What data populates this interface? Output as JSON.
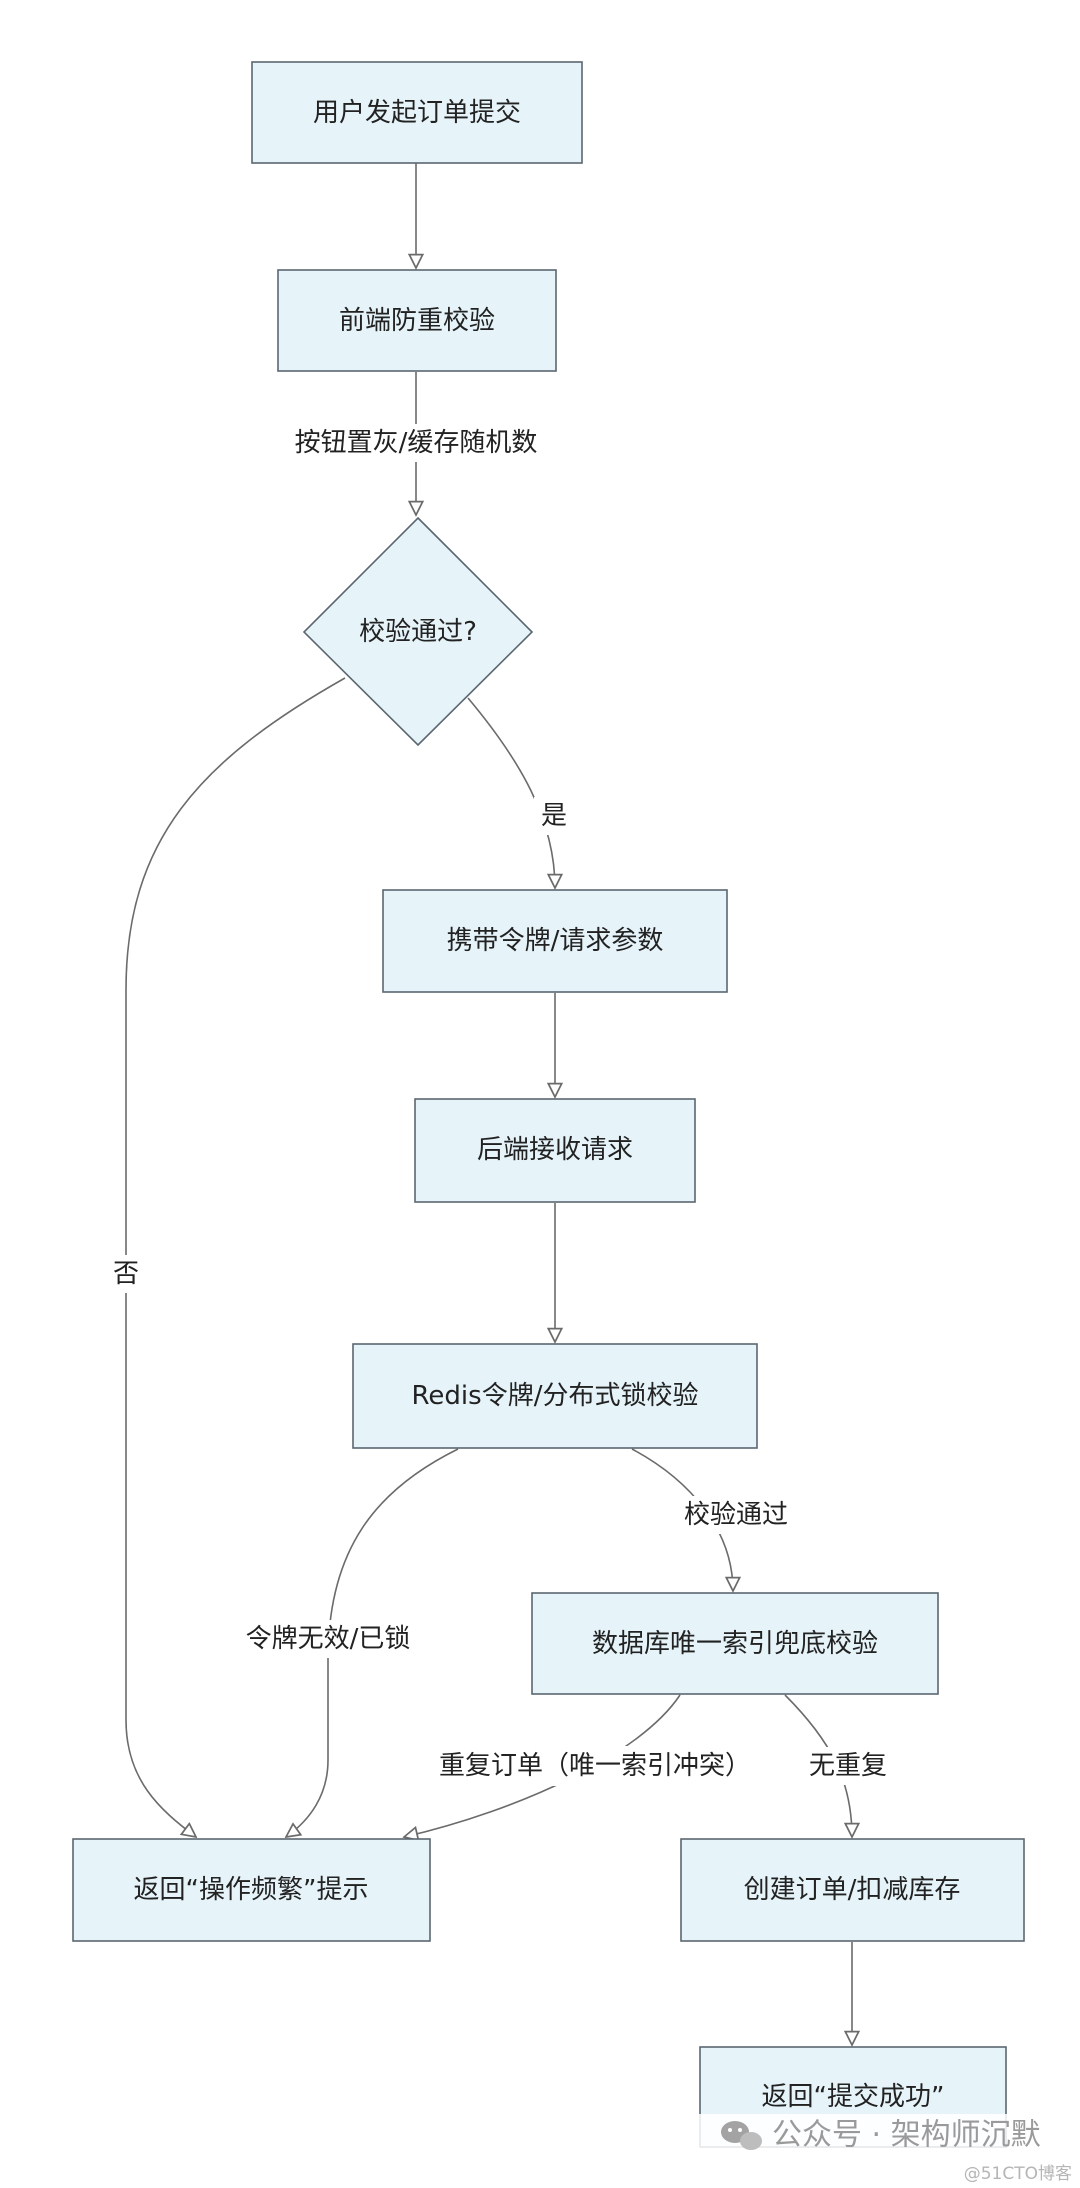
{
  "colors": {
    "box_fill": "#e6f4fa",
    "box_stroke": "#5b6770",
    "edge": "#6b6b6b",
    "label_bg": "#ffffff",
    "watermark": "#9a9a9a"
  },
  "nodes": {
    "n1": "用户发起订单提交",
    "n2": "前端防重校验",
    "n3": "校验通过?",
    "n4": "携带令牌/请求参数",
    "n5": "后端接收请求",
    "n6": "Redis令牌/分布式锁校验",
    "n7": "数据库唯一索引兜底校验",
    "n8": "返回“操作频繁”提示",
    "n9": "创建订单/扣减库存",
    "n10": "返回“提交成功”"
  },
  "edge_labels": {
    "e2": "按钮置灰/缓存随机数",
    "yes": "是",
    "no": "否",
    "token_invalid": "令牌无效/已锁",
    "passed": "校验通过",
    "duplicate": "重复订单（唯一索引冲突）",
    "no_duplicate": "无重复"
  },
  "watermark": {
    "icon": "wechat-icon",
    "text": "公众号 · 架构师沉默",
    "small": "@51CTO博客"
  }
}
